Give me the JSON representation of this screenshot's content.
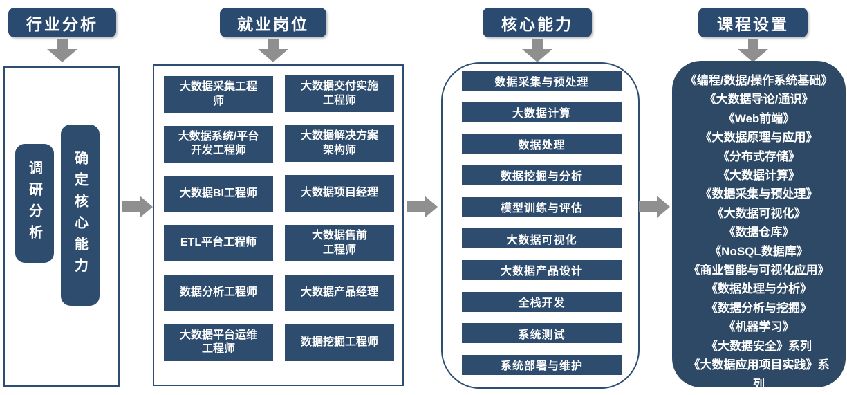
{
  "flow": {
    "stage1": {
      "header": "行业分析",
      "items": [
        "调研分析",
        "确定核心能力"
      ]
    },
    "stage2": {
      "header": "就业岗位",
      "jobs_left": [
        "大数据采集工程\n师",
        "大数据系统/平台\n开发工程师",
        "大数据BI工程师",
        "ETL平台工程师",
        "数据分析工程师",
        "大数据平台运维\n工程师"
      ],
      "jobs_right": [
        "大数据交付实施\n工程师",
        "大数据解决方案\n架构师",
        "大数据项目经理",
        "大数据售前\n工程师",
        "大数据产品经理",
        "数据挖掘工程师"
      ]
    },
    "stage3": {
      "header": "核心能力",
      "items": [
        "数据采集与预处理",
        "大数据计算",
        "数据处理",
        "数据挖掘与分析",
        "模型训练与评估",
        "大数据可视化",
        "大数据产品设计",
        "全栈开发",
        "系统测试",
        "系统部署与维护"
      ]
    },
    "stage4": {
      "header": "课程设置",
      "courses": [
        "《编程/数据/操作系统基础》",
        "《大数据导论/通识》",
        "《Web前端》",
        "《大数据原理与应用》",
        "《分布式存储》",
        "《大数据计算》",
        "《数据采集与预处理》",
        "《大数据可视化》",
        "《数据仓库》",
        "《NoSQL数据库》",
        "《商业智能与可视化应用》",
        "《数据处理与分析》",
        "《数据分析与挖掘》",
        "《机器学习》",
        "《大数据安全》系列",
        "《大数据应用项目实践》系\n列"
      ]
    }
  },
  "colors": {
    "header_fill": "#2b4a70",
    "box_fill": "#2e4c6e",
    "course_box_fill": "#2e4965",
    "outline": "#2e4d73",
    "arrow": "#8f8f8f",
    "text": "#ffffff",
    "background": "#ffffff"
  }
}
